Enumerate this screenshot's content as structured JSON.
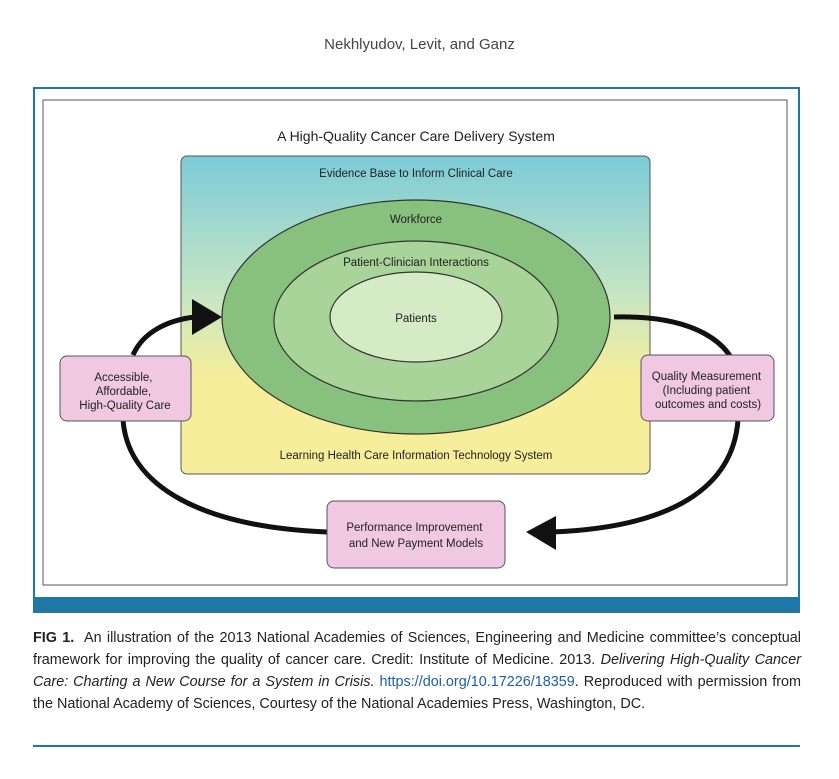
{
  "header": {
    "authors": "Nekhlyudov, Levit, and Ganz"
  },
  "diagram": {
    "title": "A High-Quality Cancer Care Delivery System",
    "evidence_label": "Evidence Base to Inform Clinical Care",
    "learning_label": "Learning Health Care Information Technology System",
    "workforce_label": "Workforce",
    "interactions_label": "Patient-Clinician Interactions",
    "patients_label": "Patients",
    "left_box": [
      "Accessible,",
      "Affordable,",
      "High-Quality Care"
    ],
    "right_box": [
      "Quality Measurement",
      "(Including patient",
      "outcomes and costs)"
    ],
    "bottom_box": [
      "Performance Improvement",
      "and New Payment Models"
    ],
    "colors": {
      "frame": "#1f77a8",
      "gradient_top": "#7ccbd8",
      "gradient_bottom": "#f6ee9a",
      "outer_ellipse": "#88c07e",
      "middle_ellipse": "#a8d49a",
      "inner_ellipse": "#d5ebc6",
      "pink_box": "#f0c8e2",
      "caption_link": "#1d5fa8"
    }
  },
  "caption": {
    "label": "FIG 1.",
    "text_1": "An illustration of the 2013 National Academies of Sciences, Engineering and Medicine committee’s conceptual framework for improving the quality of cancer care. Credit: Institute of Medicine. 2013.",
    "title_italic": "Delivering High-Quality Cancer Care: Charting a New Course for a System in Crisis.",
    "link": "https://doi.org/10.17226/18359",
    "text_2": ". Reproduced with permission from the National Academy of Sciences, Courtesy of the National Academies Press, Washington, DC."
  }
}
